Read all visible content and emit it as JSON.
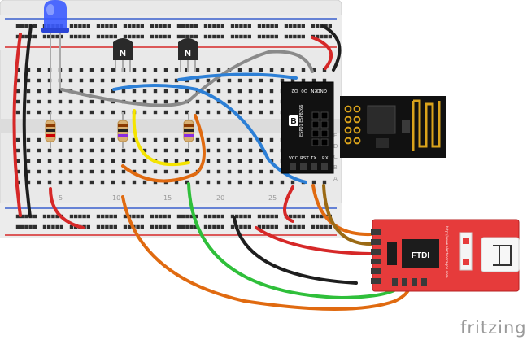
{
  "breadboard": {
    "row_number_labels": [
      "5",
      "10",
      "15",
      "20",
      "25"
    ],
    "column_letters": [
      "A",
      "B",
      "C",
      "D",
      "E"
    ]
  },
  "components": {
    "transistor_left_label": "N",
    "transistor_right_label": "N",
    "esp_module_name": "ESP01 ESP8266",
    "esp_pins_top": [
      "GND",
      "EN",
      "D0",
      "D2"
    ],
    "esp_pins_bottom": [
      "VCC",
      "RST",
      "TX",
      "RX"
    ],
    "esp_logo_letter": "B",
    "ftdi_label": "FTDI",
    "ftdi_side_text": "http://www.electrodragon.com"
  },
  "watermark": "fritzing",
  "colors": {
    "wire_red": "#d62828",
    "wire_black": "#1e1e1e",
    "wire_blue": "#2c7fd6",
    "wire_gray": "#8a8a8a",
    "wire_orange": "#e06a10",
    "wire_green": "#2fbf3a",
    "wire_yellow": "#f5e400",
    "wire_brown": "#9b6a14",
    "ftdi_board": "#e63b3b",
    "esp_board": "#111111",
    "led_blue": "#3b5bff"
  }
}
